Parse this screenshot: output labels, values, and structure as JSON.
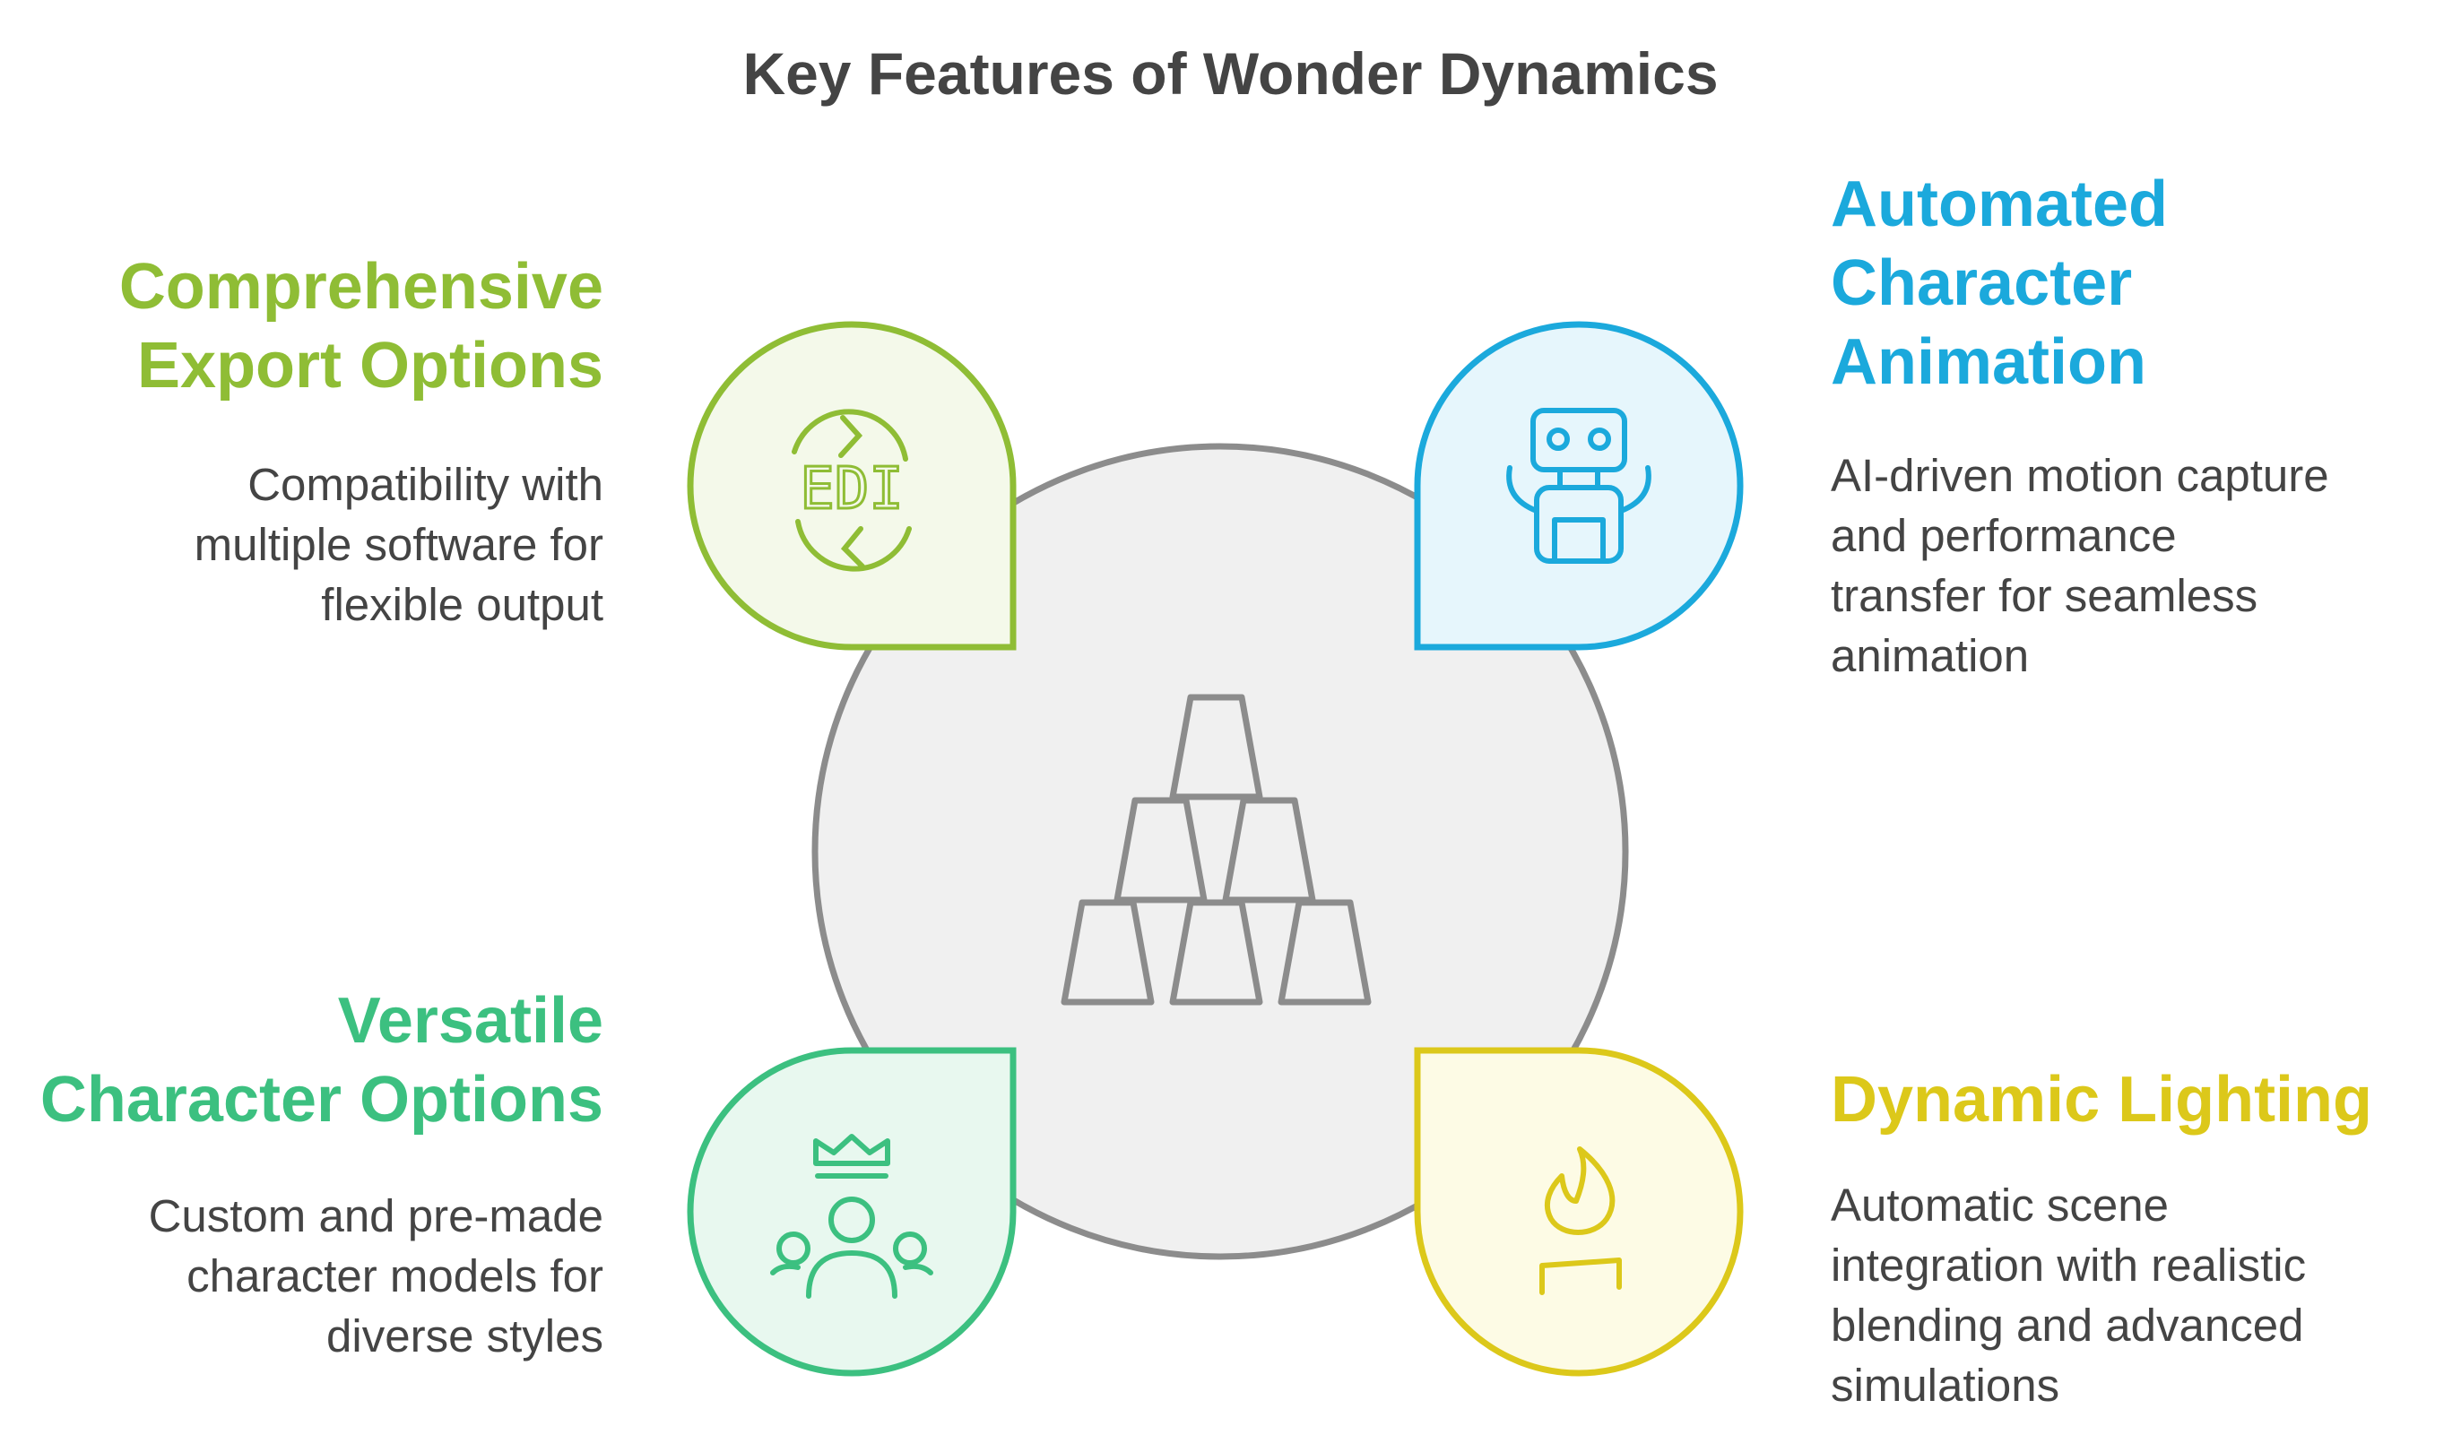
{
  "title": "Key Features of Wonder Dynamics",
  "colors": {
    "center_fill": "#f0f0f0",
    "center_stroke": "#8c8c8c",
    "green": "#8fbd35",
    "green_fill": "#f4f9ea",
    "blue": "#1ba9dc",
    "blue_fill": "#e6f6fc",
    "teal": "#3cc080",
    "teal_fill": "#e8f8ef",
    "yellow": "#dcc81a",
    "yellow_fill": "#fdfbe5",
    "text": "#444444"
  },
  "center_icon": "stacked-cups-icon",
  "features": {
    "export": {
      "title": "Comprehensive\nExport Options",
      "description": "Compatibility with\nmultiple software for\nflexible output",
      "icon": "edi-exchange-icon",
      "icon_text": "EDI"
    },
    "animation": {
      "title": "Automated\nCharacter\nAnimation",
      "description": "AI-driven motion capture\nand performance\ntransfer for seamless\nanimation",
      "icon": "robot-icon"
    },
    "character": {
      "title": "Versatile\nCharacter Options",
      "description": "Custom and pre-made\ncharacter models for\ndiverse styles",
      "icon": "crowned-group-icon"
    },
    "lighting": {
      "title": "Dynamic Lighting",
      "description": "Automatic scene\nintegration with realistic\nblending and advanced\nsimulations",
      "icon": "torch-flame-icon"
    }
  }
}
